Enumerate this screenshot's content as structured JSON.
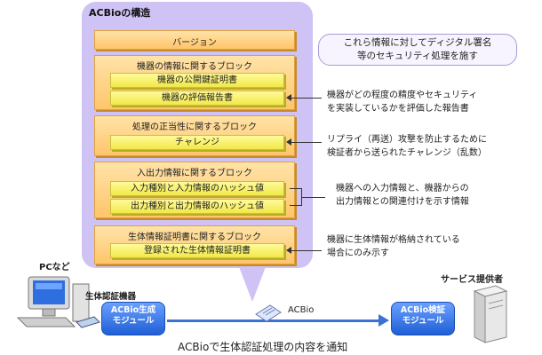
{
  "structure": {
    "title": "ACBioの構造",
    "version_label": "バージョン",
    "groups": [
      {
        "label": "機器の情報に関するブロック",
        "items": [
          "機器の公開鍵証明書",
          "機器の評価報告書"
        ]
      },
      {
        "label": "処理の正当性に関するブロック",
        "items": [
          "チャレンジ"
        ]
      },
      {
        "label": "入出力情報に関するブロック",
        "items": [
          "入力種別と入力情報のハッシュ値",
          "出力種別と出力情報のハッシュ値"
        ]
      },
      {
        "label": "生体情報証明書に関するブロック",
        "items": [
          "登録された生体情報証明書"
        ]
      }
    ]
  },
  "notes": {
    "security": [
      "これら情報に対してディジタル署名",
      "等のセキュリティ処理を施す"
    ],
    "evaluation": [
      "機器がどの程度の精度やセキュリティ",
      "を実装しているかを評価した報告書"
    ],
    "replay": [
      "リプライ（再送）攻撃を防止するために",
      "検証者から送られたチャレンジ（乱数）"
    ],
    "io": [
      "機器への入力情報と、機器からの",
      "出力情報との関連付けを示す情報"
    ],
    "bio_cert": [
      "機器に生体情報が格納されている",
      "場合にのみ示す"
    ]
  },
  "bottom": {
    "pc_label": "PCなど",
    "device_label": "生体認証機器",
    "gen_module": [
      "ACBio生成",
      "モジュール"
    ],
    "packet_label": "ACBio",
    "provider_label": "サービス提供者",
    "verify_module": [
      "ACBio検証",
      "モジュール"
    ],
    "caption": "ACBioで生体認証処理の内容を通知"
  }
}
